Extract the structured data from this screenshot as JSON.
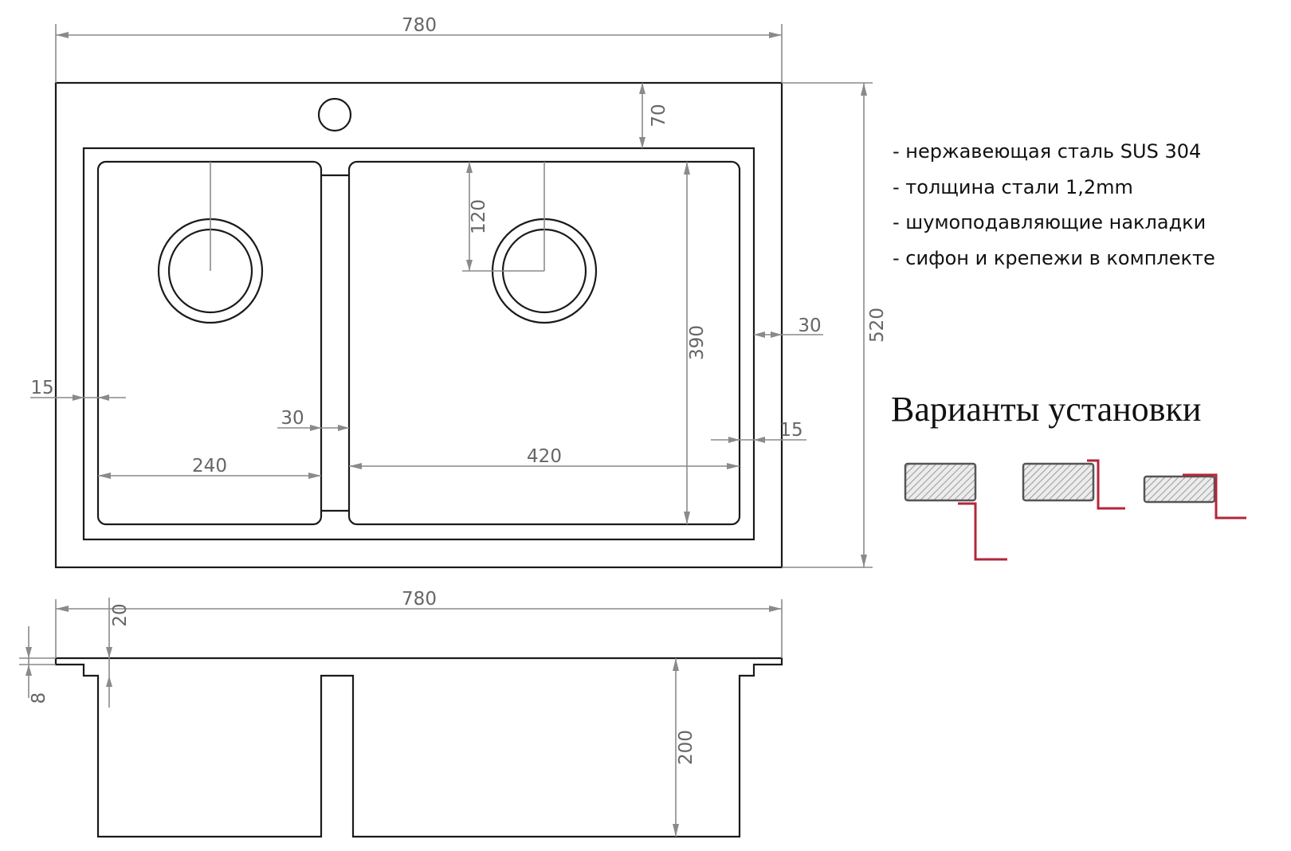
{
  "features": [
    "- нержавеющая сталь SUS 304",
    "- толщина стали 1,2mm",
    "- шумоподавляющие накладки",
    "- сифон и крепежи в комплекте"
  ],
  "installation_title": "Варианты установки",
  "installation_variants": [
    "undermount",
    "flush-mount",
    "top-mount"
  ],
  "dimensions": {
    "top_width": "780",
    "depth": "520",
    "tap_offset": "70",
    "bowl_depth_inner": "390",
    "drain_offset": "120",
    "left_edge": "15",
    "right_edge": "30",
    "divider": "30",
    "bottom_right_edge": "15",
    "left_bowl_width": "240",
    "right_bowl_width": "420",
    "side_width": "780",
    "rim_height": "20",
    "thickness": "8",
    "bowl_height": "200"
  },
  "colors": {
    "outline": "#1a1a1a",
    "dimension": "#8a8a8a",
    "text": "#111111",
    "mount_line": "#b3263a",
    "hatch": "#9a9a9a"
  }
}
